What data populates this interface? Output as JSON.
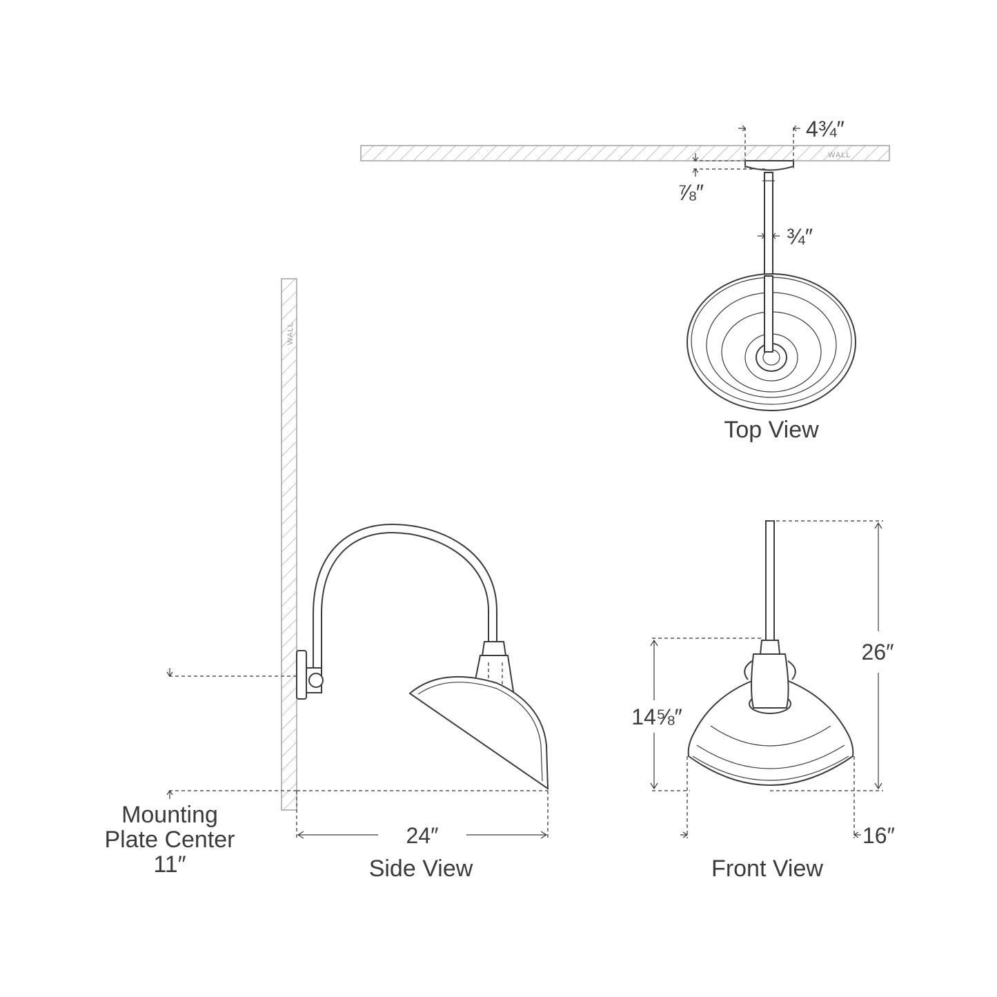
{
  "wall_label": "WALL",
  "views": {
    "top": {
      "title": "Top View",
      "dim_canopy": "4¾″",
      "dim_depth": "⅞″",
      "dim_rod": "¾″"
    },
    "side": {
      "title": "Side View",
      "dim_extension": "24″",
      "mount_label_1": "Mounting",
      "mount_label_2": "Plate Center",
      "dim_mount": "11″"
    },
    "front": {
      "title": "Front View",
      "dim_overall_height": "26″",
      "dim_shade_height": "14⅝″",
      "dim_width": "16″"
    }
  },
  "colors": {
    "line": "#3a3a3a",
    "wall_hatch": "#9a9a9a"
  }
}
